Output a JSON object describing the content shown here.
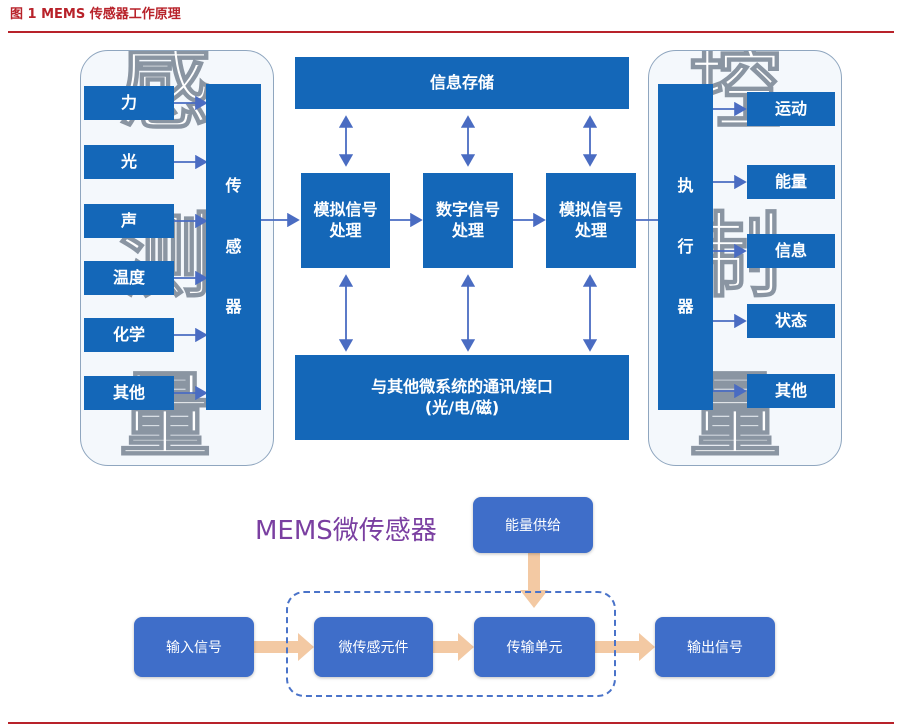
{
  "caption": "图 1 MEMS 传感器工作原理",
  "left_panel": {
    "watermark": [
      "感",
      "测",
      "量"
    ],
    "inputs": [
      "力",
      "光",
      "声",
      "温度",
      "化学",
      "其他"
    ],
    "sensor": [
      "传",
      "感",
      "器"
    ]
  },
  "center": {
    "storage": "信息存储",
    "analog_in": [
      "模拟信号",
      "处理"
    ],
    "digital": [
      "数字信号",
      "处理"
    ],
    "analog_out": [
      "模拟信号",
      "处理"
    ],
    "comm": [
      "与其他微系统的通讯/接口",
      "(光/电/磁)"
    ]
  },
  "right_panel": {
    "watermark": [
      "控",
      "制",
      "量"
    ],
    "actuator": [
      "执",
      "行",
      "器"
    ],
    "outputs": [
      "运动",
      "能量",
      "信息",
      "状态",
      "其他"
    ]
  },
  "bottom": {
    "title": "MEMS微传感器",
    "energy": "能量供给",
    "input_signal": "输入信号",
    "sensing_element": "微传感元件",
    "transmission_unit": "传输单元",
    "output_signal": "输出信号"
  },
  "colors": {
    "box_blue": "#1467b8",
    "box_blue_light": "#3f6ec9",
    "arrow_blue": "#4a6cc2",
    "arrow_peach": "#f3c9a3",
    "accent_red": "#b8222a",
    "title_purple": "#7a3fa1"
  }
}
